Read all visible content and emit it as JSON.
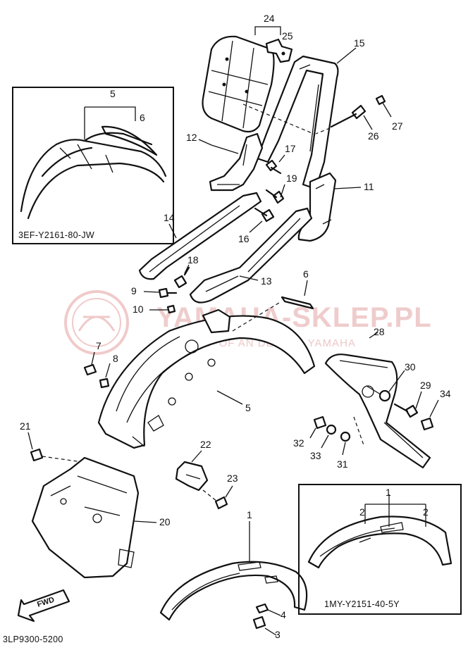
{
  "diagram_code": "3LP9300-5200",
  "inset_top_left": {
    "code": "3EF-Y2161-80-JW",
    "labels": [
      "5",
      "6"
    ]
  },
  "inset_bottom_right": {
    "code": "1MY-Y2151-40-5Y",
    "labels": [
      "1",
      "2",
      "2"
    ]
  },
  "watermark": {
    "title": "YAMAHA-SKLEP.PL",
    "subtitle": "WEBSHOP OF AN DEALER YAMAHA"
  },
  "fwd_label": "FWD",
  "callouts": [
    "1",
    "2",
    "3",
    "4",
    "5",
    "6",
    "7",
    "8",
    "9",
    "10",
    "11",
    "12",
    "13",
    "14",
    "15",
    "16",
    "17",
    "18",
    "19",
    "20",
    "21",
    "22",
    "23",
    "24",
    "25",
    "26",
    "27",
    "28",
    "29",
    "30",
    "31",
    "32",
    "33",
    "34"
  ]
}
